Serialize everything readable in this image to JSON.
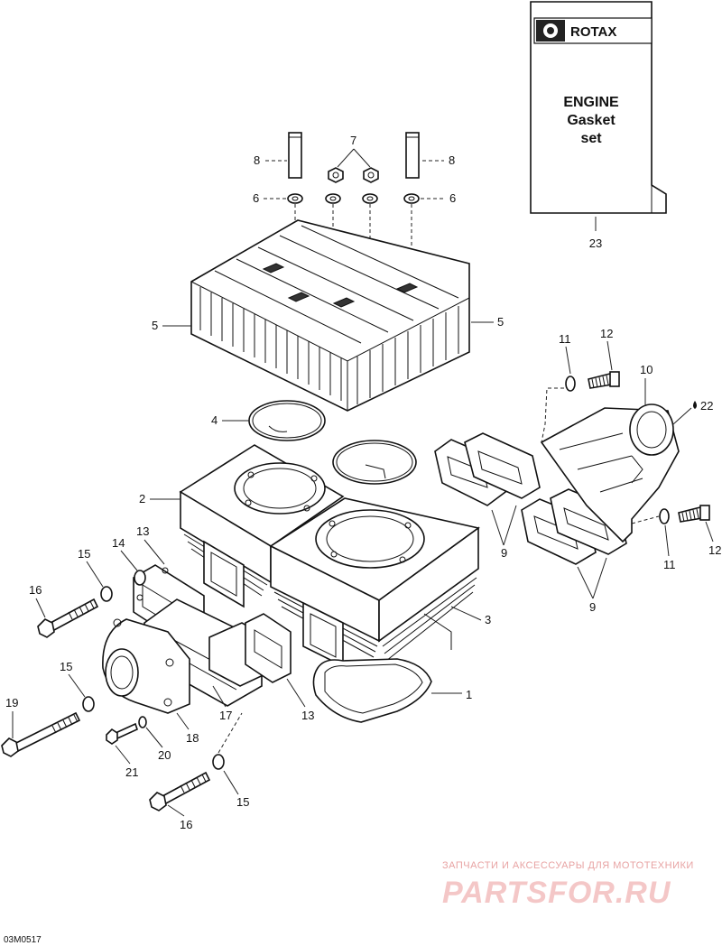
{
  "kit": {
    "brand": "ROTAX",
    "line1": "ENGINE",
    "line2": "Gasket",
    "line3": "set"
  },
  "callouts": {
    "c1": "1",
    "c2": "2",
    "c3": "3",
    "c4": "4",
    "c5a": "5",
    "c5b": "5",
    "c6a": "6",
    "c6b": "6",
    "c7": "7",
    "c8a": "8",
    "c8b": "8",
    "c9a": "9",
    "c9b": "9",
    "c10": "10",
    "c11a": "11",
    "c11b": "11",
    "c12a": "12",
    "c12b": "12",
    "c13a": "13",
    "c13b": "13",
    "c14": "14",
    "c15a": "15",
    "c15b": "15",
    "c15c": "15",
    "c16a": "16",
    "c16b": "16",
    "c17": "17",
    "c18": "18",
    "c19": "19",
    "c20": "20",
    "c21": "21",
    "c22": "22",
    "c23": "23"
  },
  "watermark": {
    "top": "ЗАПЧАСТИ И АКСЕССУАРЫ ДЛЯ МОТОТЕХНИКИ",
    "main": "PARTSFOR.RU"
  },
  "figure_code": "03M0517"
}
